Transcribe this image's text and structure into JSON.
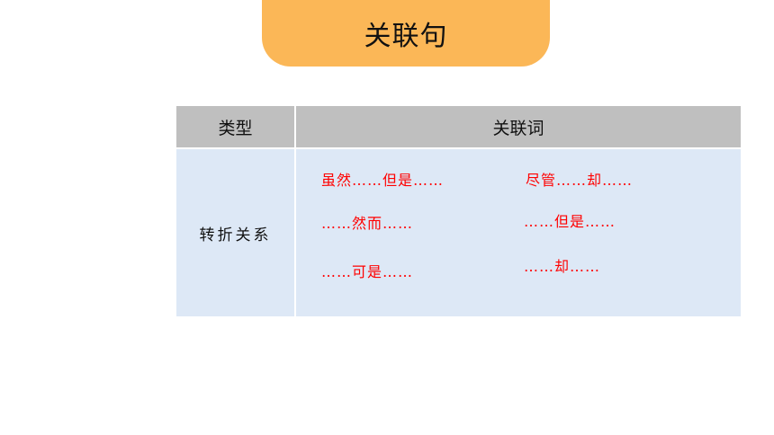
{
  "title": "关联句",
  "table": {
    "headers": {
      "type": "类型",
      "words": "关联词"
    },
    "rows": [
      {
        "type": "转折关系",
        "words": [
          "虽然……但是……",
          "尽管……却……",
          "……然而……",
          "……但是……",
          "……可是……",
          "……却……"
        ]
      }
    ]
  },
  "colors": {
    "title_bg": "#fbb757",
    "header_bg": "#bfbfbf",
    "body_bg": "#dde8f6",
    "word_text": "#ff0000"
  }
}
